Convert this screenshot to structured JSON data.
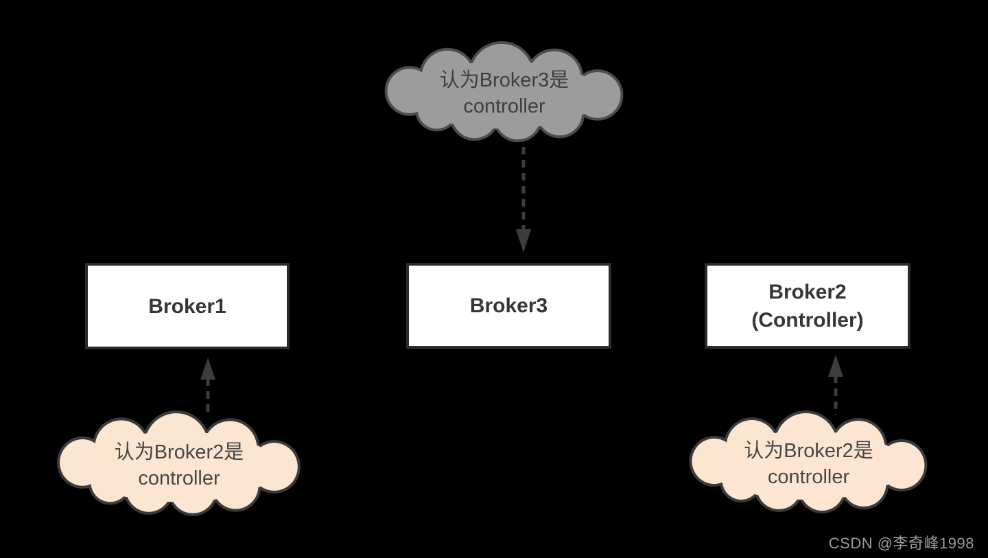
{
  "page": {
    "background": "#000000"
  },
  "boxes": {
    "broker1": {
      "label": "Broker1"
    },
    "broker3": {
      "label": "Broker3"
    },
    "broker2": {
      "label": "Broker2",
      "sublabel": "(Controller)"
    }
  },
  "clouds": {
    "top": {
      "line1": "认为Broker3是",
      "line2": "controller",
      "fill": "#9c9c9c",
      "stroke": "#4d4d4d",
      "text_color": "#3f3f3f"
    },
    "bottom_left": {
      "line1": "认为Broker2是",
      "line2": "controller",
      "fill": "#fce5d1",
      "stroke": "#3a3a3a",
      "text_color": "#474747"
    },
    "bottom_right": {
      "line1": "认为Broker2是",
      "line2": "controller",
      "fill": "#fce5d1",
      "stroke": "#3a3a3a",
      "text_color": "#474747"
    }
  },
  "arrows": {
    "color": "#3d3d3d",
    "style": "dashed",
    "top": {
      "from": "top-cloud",
      "to": "Broker3",
      "direction": "down"
    },
    "left": {
      "from": "bottom-left-cloud",
      "to": "Broker1",
      "direction": "up"
    },
    "right": {
      "from": "bottom-right-cloud",
      "to": "Broker2",
      "direction": "up"
    }
  },
  "watermark": {
    "text": "CSDN @李奇峰1998",
    "color": "#9a9a9a"
  }
}
